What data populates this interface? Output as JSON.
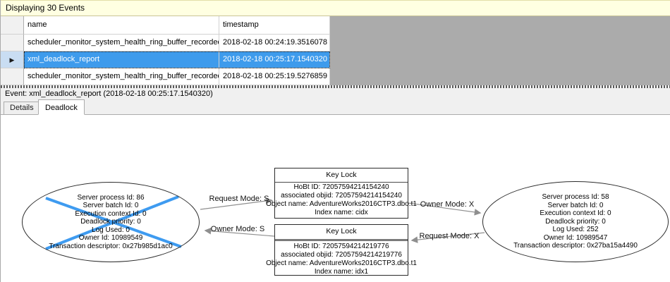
{
  "colors": {
    "info_bar_bg": "#FFFFE1",
    "selection_bg": "#3E9BEC",
    "grid_empty_bg": "#ABABAB",
    "victim_cross_blue": "#3E9BF0",
    "edge_line_gray": "#8F8F8F"
  },
  "info_bar": {
    "title": "Displaying 30 Events"
  },
  "grid": {
    "columns": {
      "name": "name",
      "timestamp": "timestamp"
    },
    "selected_row_index": 1,
    "selected_marker": "▶",
    "rows": [
      {
        "name": "scheduler_monitor_system_health_ring_buffer_recorded",
        "timestamp": "2018-02-18 00:24:19.3516078"
      },
      {
        "name": "xml_deadlock_report",
        "timestamp": "2018-02-18 00:25:17.1540320"
      },
      {
        "name": "scheduler_monitor_system_health_ring_buffer_recorded",
        "timestamp": "2018-02-18 00:25:19.5276859"
      }
    ]
  },
  "event_bar": {
    "label": "Event: xml_deadlock_report (2018-02-18 00:25:17.1540320)"
  },
  "tabs": {
    "details": "Details",
    "deadlock": "Deadlock",
    "active": "Deadlock"
  },
  "graph": {
    "process_left": {
      "victim": true,
      "lines": [
        "Server process Id: 86",
        "Server batch Id: 0",
        "Execution context Id: 0",
        "Deadlock priority: 0",
        "Log Used: 0",
        "Owner Id: 10989549",
        "Transaction descriptor: 0x27b985d1ac0"
      ]
    },
    "process_right": {
      "victim": false,
      "lines": [
        "Server process Id: 58",
        "Server batch Id: 0",
        "Execution context Id: 0",
        "Deadlock priority: 0",
        "Log Used: 252",
        "Owner Id: 10989547",
        "Transaction descriptor: 0x27ba15a4490"
      ]
    },
    "lock_top": {
      "title": "Key Lock",
      "lines": [
        "HoBt ID: 72057594214154240",
        "associated objid: 72057594214154240",
        "Object name: AdventureWorks2016CTP3.dbo.t1",
        "Index name: cidx"
      ]
    },
    "lock_bottom": {
      "title": "Key Lock",
      "lines": [
        "HoBt ID: 72057594214219776",
        "associated objid: 72057594214219776",
        "Object name: AdventureWorks2016CTP3.dbo.t1",
        "Index name: idx1"
      ]
    },
    "edges": {
      "request_s": "Request Mode: S",
      "owner_s": "Owner Mode: S",
      "owner_x": "Owner Mode: X",
      "request_x": "Request Mode: X"
    }
  }
}
